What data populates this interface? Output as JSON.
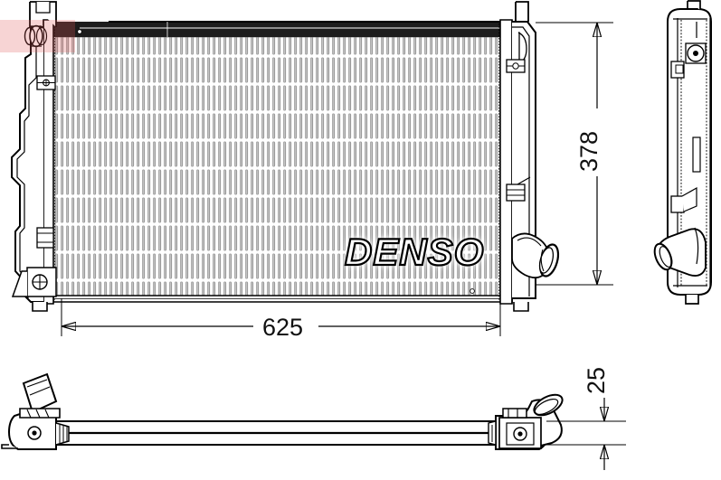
{
  "drawing": {
    "type": "technical-drawing",
    "subject": "automotive radiator",
    "brand_logo": "DENSO",
    "views": [
      {
        "name": "front-view",
        "position": "top-left"
      },
      {
        "name": "side-view",
        "position": "top-right"
      },
      {
        "name": "bottom-view",
        "position": "bottom"
      }
    ]
  },
  "dimensions": {
    "width": {
      "label": "625",
      "unit": "mm",
      "orientation": "horizontal",
      "view": "front-view"
    },
    "height": {
      "label": "378",
      "unit": "mm",
      "orientation": "vertical",
      "view": "front-view"
    },
    "depth": {
      "label": "25",
      "unit": "mm",
      "orientation": "vertical",
      "view": "bottom-view"
    }
  },
  "colors": {
    "line": "#000000",
    "core_fin_dark": "#8a8a8a",
    "core_fin_light": "#d9d9d9",
    "tank_fill": "#ffffff",
    "watermark": "#e25a5a",
    "background": "#ffffff"
  },
  "watermark": {
    "present": true,
    "shape": "horizontal-band",
    "location": "top-left"
  }
}
